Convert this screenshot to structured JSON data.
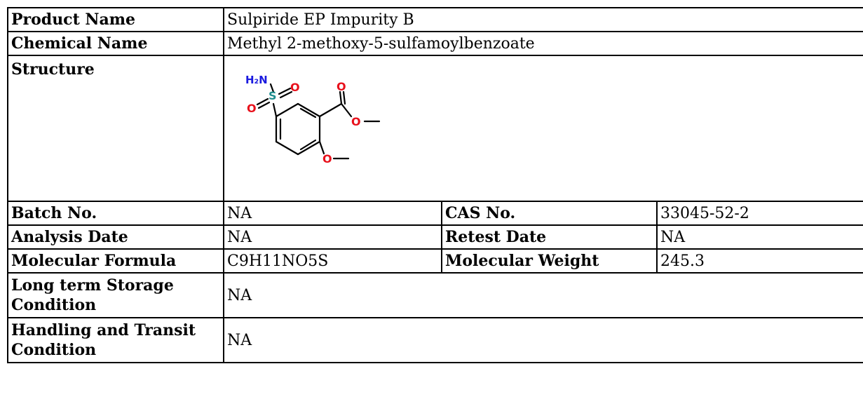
{
  "rows": {
    "product_name": {
      "label": "Product Name",
      "value": "Sulpiride EP Impurity B"
    },
    "chemical_name": {
      "label": "Chemical Name",
      "value": "Methyl 2-methoxy-5-sulfamoylbenzoate"
    },
    "structure": {
      "label": "Structure",
      "atoms": {
        "amine": "H₂N",
        "sulfur": "S",
        "oxygen": "O"
      }
    },
    "batch_no": {
      "label": "Batch No.",
      "value": "NA"
    },
    "cas_no": {
      "label": "CAS No.",
      "value": "33045-52-2"
    },
    "analysis_date": {
      "label": "Analysis Date",
      "value": "NA"
    },
    "retest_date": {
      "label": "Retest Date",
      "value": "NA"
    },
    "molecular_formula": {
      "label": "Molecular Formula",
      "value": "C9H11NO5S"
    },
    "molecular_weight": {
      "label": "Molecular Weight",
      "value": "245.3"
    },
    "storage": {
      "label": "Long term Storage Condition",
      "value": "NA"
    },
    "handling": {
      "label": "Handling and Transit Condition",
      "value": "NA"
    }
  },
  "colors": {
    "oxygen": "#e8101b",
    "nitrogen": "#1a1adf",
    "sulfur": "#1f8f8f",
    "bond": "#000000",
    "border": "#000000"
  }
}
